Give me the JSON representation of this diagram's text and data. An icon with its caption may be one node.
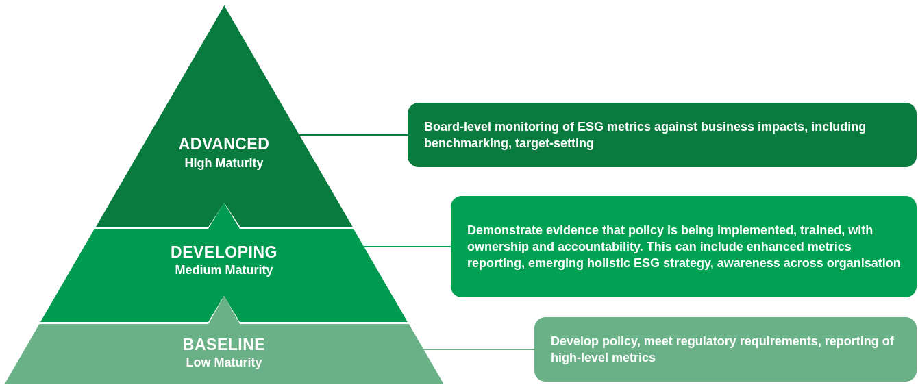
{
  "diagram": {
    "nodes": [
      {
        "text": [
          "ADVANCED",
          "High Maturity"
        ]
      },
      {
        "text": [
          "Board-level monitoring of ESG metrics against business impacts, including benchmarking, target-setting"
        ]
      },
      {
        "text": [
          "DEVELOPING",
          "Medium Maturity"
        ]
      },
      {
        "text": [
          "Demonstrate evidence that policy is being implemented, trained, with ownership and accountability. This can include enhanced metrics reporting, emerging holistic ESG strategy, awareness across organisation"
        ]
      },
      {
        "text": [
          "BASELINE",
          "Low Maturity"
        ]
      },
      {
        "text": [
          "Develop policy, meet regulatory requirements, reporting of high-level metrics"
        ]
      }
    ],
    "edges": [
      {
        "from": 0,
        "to": 1,
        "arrow": "none",
        "color": "#0a7b3e"
      },
      {
        "from": 2,
        "to": 3,
        "arrow": "none",
        "color": "#00a152"
      },
      {
        "from": 4,
        "to": 5,
        "arrow": "none",
        "color": "#6ab187"
      }
    ]
  }
}
